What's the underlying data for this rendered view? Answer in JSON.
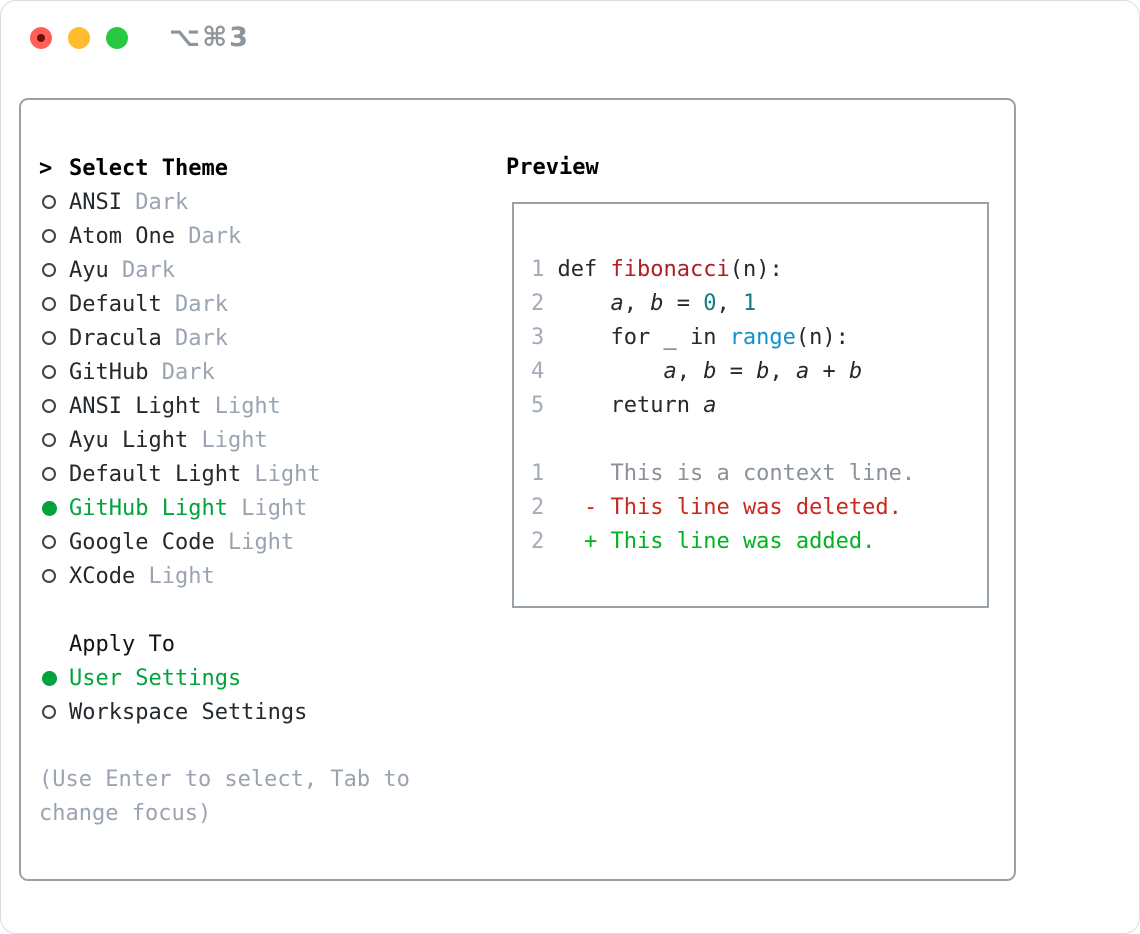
{
  "window": {
    "title": "⌥⌘3",
    "traffic_lights": [
      {
        "name": "close",
        "color": "#ff5f57",
        "dot_color": "#6b0f0b"
      },
      {
        "name": "minimize",
        "color": "#febc2e"
      },
      {
        "name": "maximize",
        "color": "#28c840"
      }
    ]
  },
  "theme_panel": {
    "header": {
      "prompt": ">",
      "label": "Select Theme"
    },
    "themes": [
      {
        "name": "ANSI",
        "variant": "Dark",
        "selected": false
      },
      {
        "name": "Atom One",
        "variant": "Dark",
        "selected": false
      },
      {
        "name": "Ayu",
        "variant": "Dark",
        "selected": false
      },
      {
        "name": "Default",
        "variant": "Dark",
        "selected": false
      },
      {
        "name": "Dracula",
        "variant": "Dark",
        "selected": false
      },
      {
        "name": "GitHub",
        "variant": "Dark",
        "selected": false
      },
      {
        "name": "ANSI Light",
        "variant": "Light",
        "selected": false
      },
      {
        "name": "Ayu Light",
        "variant": "Light",
        "selected": false
      },
      {
        "name": "Default Light",
        "variant": "Light",
        "selected": false
      },
      {
        "name": "GitHub Light",
        "variant": "Light",
        "selected": true
      },
      {
        "name": "Google Code",
        "variant": "Light",
        "selected": false
      },
      {
        "name": "XCode",
        "variant": "Light",
        "selected": false
      }
    ],
    "apply_to": {
      "label": "Apply To",
      "options": [
        {
          "label": "User Settings",
          "selected": true
        },
        {
          "label": "Workspace Settings",
          "selected": false
        }
      ]
    },
    "help_text": "(Use Enter to select, Tab to change focus)"
  },
  "preview": {
    "title": "Preview",
    "code_lines": [
      {
        "num": "1",
        "tokens": [
          [
            "plain",
            "def "
          ],
          [
            "func",
            "fibonacci"
          ],
          [
            "plain",
            "(n):"
          ]
        ]
      },
      {
        "num": "2",
        "tokens": [
          [
            "plain",
            "    "
          ],
          [
            "var",
            "a"
          ],
          [
            "plain",
            ", "
          ],
          [
            "var",
            "b"
          ],
          [
            "plain",
            " = "
          ],
          [
            "num",
            "0"
          ],
          [
            "plain",
            ", "
          ],
          [
            "num",
            "1"
          ]
        ]
      },
      {
        "num": "3",
        "tokens": [
          [
            "plain",
            "    for _ in "
          ],
          [
            "call",
            "range"
          ],
          [
            "plain",
            "(n):"
          ]
        ]
      },
      {
        "num": "4",
        "tokens": [
          [
            "plain",
            "        "
          ],
          [
            "var",
            "a"
          ],
          [
            "plain",
            ", "
          ],
          [
            "var",
            "b"
          ],
          [
            "plain",
            " = "
          ],
          [
            "var",
            "b"
          ],
          [
            "plain",
            ", "
          ],
          [
            "var",
            "a"
          ],
          [
            "plain",
            " + "
          ],
          [
            "var",
            "b"
          ]
        ]
      },
      {
        "num": "5",
        "tokens": [
          [
            "plain",
            "    return "
          ],
          [
            "var",
            "a"
          ]
        ]
      }
    ],
    "diff_lines": [
      {
        "num": "1",
        "type": "context",
        "marker": " ",
        "text": "This is a context line."
      },
      {
        "num": "2",
        "type": "deleted",
        "marker": "-",
        "text": "This line was deleted."
      },
      {
        "num": "2",
        "type": "added",
        "marker": "+",
        "text": "This line was added."
      }
    ]
  },
  "colors": {
    "text_dark": "#24292e",
    "muted_gray": "#9aa4b1",
    "selected_green": "#00a33c",
    "added_green": "#00b321",
    "deleted_red": "#c9281e",
    "function_red": "#b01d24",
    "call_blue": "#1091cf",
    "number_teal": "#0f7d84",
    "line_number_gray": "#a3abb8",
    "context_gray": "#8b9198",
    "panel_border": "#99a2ab",
    "window_title_gray": "#8e949b",
    "traffic_red": "#ff5f57",
    "traffic_yellow": "#febc2e",
    "traffic_green": "#28c840",
    "traffic_red_dot": "#6b0f0b"
  }
}
